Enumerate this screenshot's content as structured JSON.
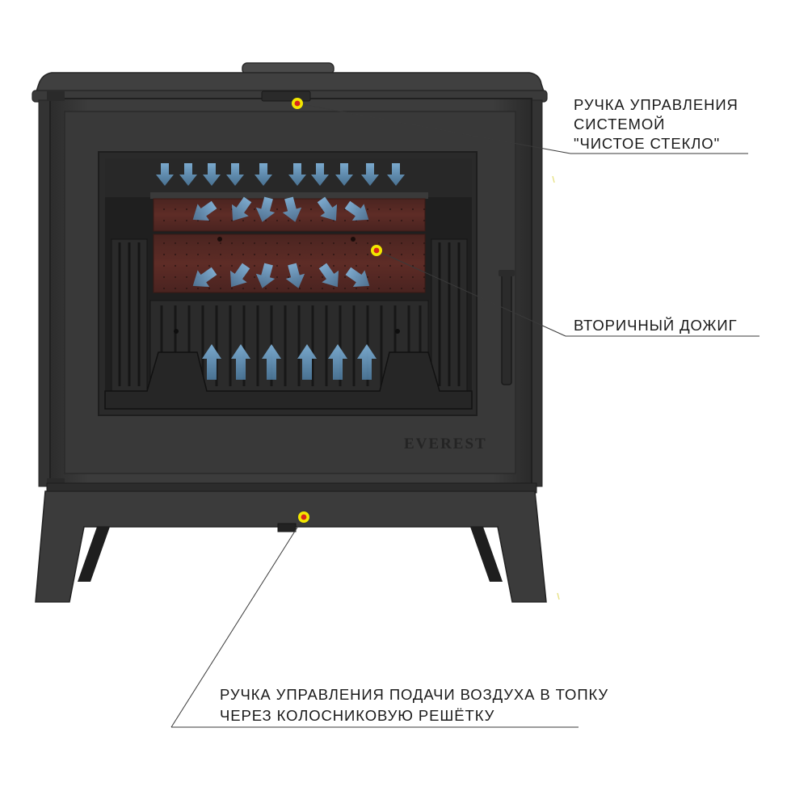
{
  "brand": "EVEREST",
  "callouts": [
    {
      "id": "clean-glass",
      "lines": [
        "РУЧКА УПРАВЛЕНИЯ",
        "СИСТЕМОЙ",
        "\"ЧИСТОЕ СТЕКЛО\""
      ]
    },
    {
      "id": "secondary-burn",
      "lines": [
        "ВТОРИЧНЫЙ ДОЖИГ"
      ]
    },
    {
      "id": "air-supply",
      "lines": [
        "РУЧКА УПРАВЛЕНИЯ ПОДАЧИ ВОЗДУХА В ТОПКУ",
        "ЧЕРЕЗ КОЛОСНИКОВУЮ РЕШЁТКУ"
      ]
    }
  ],
  "colors": {
    "body": "#3b3b3b",
    "body_dark": "#2a2a2a",
    "firebox": "#1d1d1d",
    "brick": "#5b2a24",
    "arrow": "#6f9bc0",
    "marker_fill": "#f2e600",
    "marker_dot": "#d9261c"
  },
  "icons": {
    "marker": "point-marker-icon",
    "airflow": "airflow-arrow-icon"
  }
}
